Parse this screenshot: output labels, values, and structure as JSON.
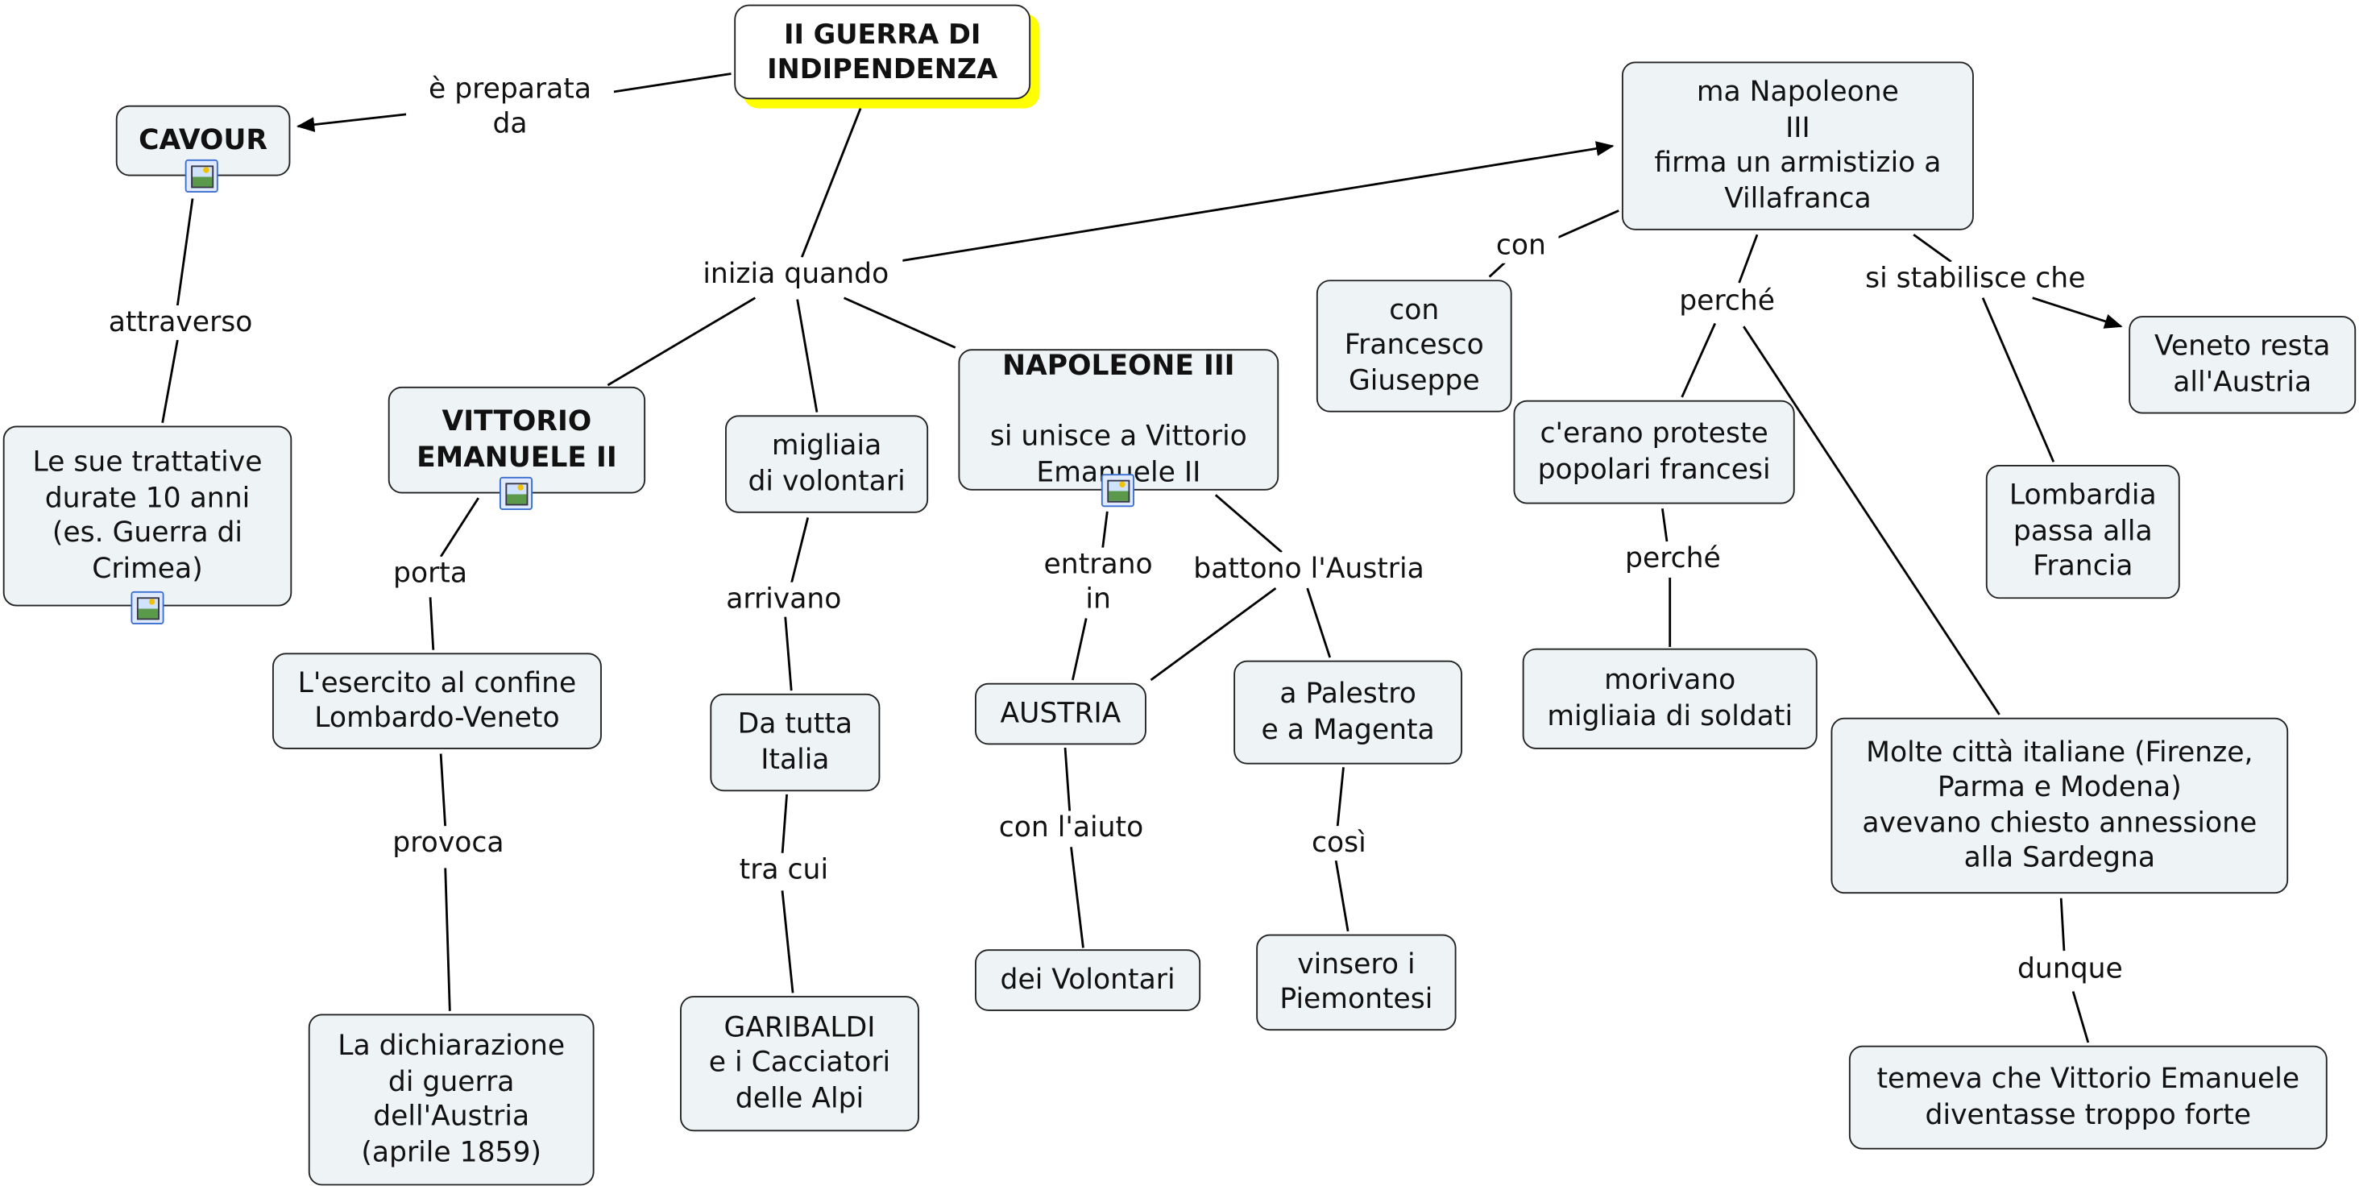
{
  "nodes": {
    "root": "II GUERRA DI\nINDIPENDENZA",
    "cavour": "CAVOUR",
    "trattative": "Le sue trattative\ndurate 10 anni\n(es. Guerra di\nCrimea)",
    "vittorio": "VITTORIO\nEMANUELE II",
    "esercito": "L'esercito al confine\nLombardo-Veneto",
    "dichiarazione": "La dichiarazione\ndi guerra\ndell'Austria\n(aprile 1859)",
    "migliaia": "migliaia\ndi volontari",
    "da_tutta": "Da tutta\nItalia",
    "garibaldi": "GARIBALDI\ne i Cacciatori\ndelle Alpi",
    "napoleone_title": "NAPOLEONE III",
    "napoleone_text": "si unisce a Vittorio\nEmanuele II",
    "austria": "AUSTRIA",
    "volontari": "dei Volontari",
    "palestro": "a Palestro\ne a  Magenta",
    "vinsero": "vinsero i\nPiemontesi",
    "armistizio": "ma Napoleone\nIII\nfirma un armistizio a\nVillafranca",
    "francesco": "con\nFrancesco\nGiuseppe",
    "proteste": "c'erano proteste\npopolari francesi",
    "morivano": "morivano\nmigliaia di soldati",
    "citta": "Molte città italiane (Firenze,\nParma e Modena)\navevano chiesto annessione\nalla Sardegna",
    "temeva": "temeva che Vittorio Emanuele\ndiventasse troppo forte",
    "lombardia": "Lombardia\npassa alla\nFrancia",
    "veneto": "Veneto resta\nall'Austria"
  },
  "links": {
    "preparata": "è  preparata\nda",
    "attraverso": "attraverso",
    "inizia": "inizia quando",
    "porta": "porta",
    "provoca": "provoca",
    "arrivano": "arrivano",
    "tra_cui": "tra cui",
    "entrano": "entrano\nin",
    "battono": "battono l'Austria",
    "con_aiuto": "con l'aiuto",
    "cosi": "così",
    "con": "con",
    "perche1": "perché",
    "perche2": "perché",
    "stabilisce": "si stabilisce che",
    "dunque": "dunque"
  },
  "icons": [
    "image-icon",
    "image-icon",
    "image-icon",
    "image-icon"
  ],
  "colors": {
    "node_fill": "#eef3f5",
    "root_shadow": "#ffff00",
    "border": "#222222"
  }
}
